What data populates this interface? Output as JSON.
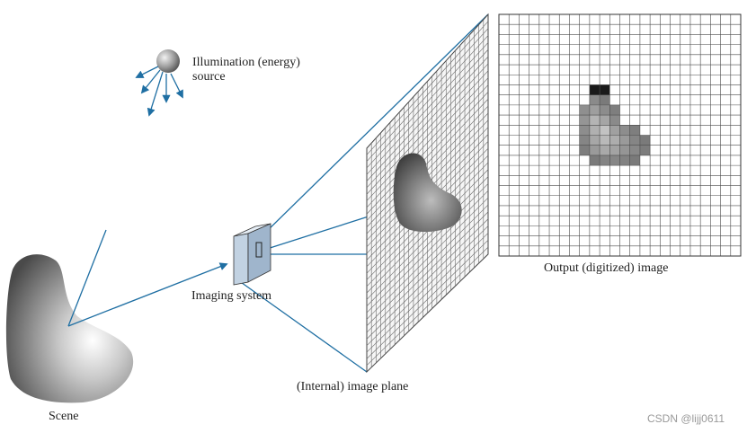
{
  "labels": {
    "illumination_line1": "Illumination (energy)",
    "illumination_line2": "source",
    "imaging_system": "Imaging system",
    "image_plane": "(Internal) image plane",
    "output_image": "Output (digitized) image",
    "scene": "Scene"
  },
  "watermark": "CSDN @lijj0611",
  "colors": {
    "ray": "#1f6fa3",
    "grid": "#555555",
    "background": "#ffffff",
    "box_face": "#b9cadc"
  },
  "digitized_image": {
    "grid_cols": 24,
    "grid_rows": 24,
    "shaded_cells": [
      {
        "col": 9,
        "row": 7,
        "shade": "#1a1a1a"
      },
      {
        "col": 10,
        "row": 7,
        "shade": "#1a1a1a"
      },
      {
        "col": 9,
        "row": 8,
        "shade": "#8a8a8a"
      },
      {
        "col": 10,
        "row": 8,
        "shade": "#7a7a7a"
      },
      {
        "col": 8,
        "row": 9,
        "shade": "#8f8f8f"
      },
      {
        "col": 9,
        "row": 9,
        "shade": "#9e9e9e"
      },
      {
        "col": 10,
        "row": 9,
        "shade": "#8c8c8c"
      },
      {
        "col": 11,
        "row": 9,
        "shade": "#7e7e7e"
      },
      {
        "col": 8,
        "row": 10,
        "shade": "#959595"
      },
      {
        "col": 9,
        "row": 10,
        "shade": "#b4b4b4"
      },
      {
        "col": 10,
        "row": 10,
        "shade": "#a5a5a5"
      },
      {
        "col": 11,
        "row": 10,
        "shade": "#8a8a8a"
      },
      {
        "col": 8,
        "row": 11,
        "shade": "#8d8d8d"
      },
      {
        "col": 9,
        "row": 11,
        "shade": "#b0b0b0"
      },
      {
        "col": 10,
        "row": 11,
        "shade": "#c2c2c2"
      },
      {
        "col": 11,
        "row": 11,
        "shade": "#a0a0a0"
      },
      {
        "col": 12,
        "row": 11,
        "shade": "#8d8d8d"
      },
      {
        "col": 13,
        "row": 11,
        "shade": "#7e7e7e"
      },
      {
        "col": 8,
        "row": 12,
        "shade": "#858585"
      },
      {
        "col": 9,
        "row": 12,
        "shade": "#a7a7a7"
      },
      {
        "col": 10,
        "row": 12,
        "shade": "#b9b9b9"
      },
      {
        "col": 11,
        "row": 12,
        "shade": "#adadad"
      },
      {
        "col": 12,
        "row": 12,
        "shade": "#9a9a9a"
      },
      {
        "col": 13,
        "row": 12,
        "shade": "#858585"
      },
      {
        "col": 14,
        "row": 12,
        "shade": "#7a7a7a"
      },
      {
        "col": 8,
        "row": 13,
        "shade": "#7d7d7d"
      },
      {
        "col": 9,
        "row": 13,
        "shade": "#9a9a9a"
      },
      {
        "col": 10,
        "row": 13,
        "shade": "#a9a9a9"
      },
      {
        "col": 11,
        "row": 13,
        "shade": "#a3a3a3"
      },
      {
        "col": 12,
        "row": 13,
        "shade": "#959595"
      },
      {
        "col": 13,
        "row": 13,
        "shade": "#888888"
      },
      {
        "col": 14,
        "row": 13,
        "shade": "#7c7c7c"
      },
      {
        "col": 9,
        "row": 14,
        "shade": "#7a7a7a"
      },
      {
        "col": 10,
        "row": 14,
        "shade": "#848484"
      },
      {
        "col": 11,
        "row": 14,
        "shade": "#868686"
      },
      {
        "col": 12,
        "row": 14,
        "shade": "#828282"
      },
      {
        "col": 13,
        "row": 14,
        "shade": "#7a7a7a"
      }
    ]
  }
}
